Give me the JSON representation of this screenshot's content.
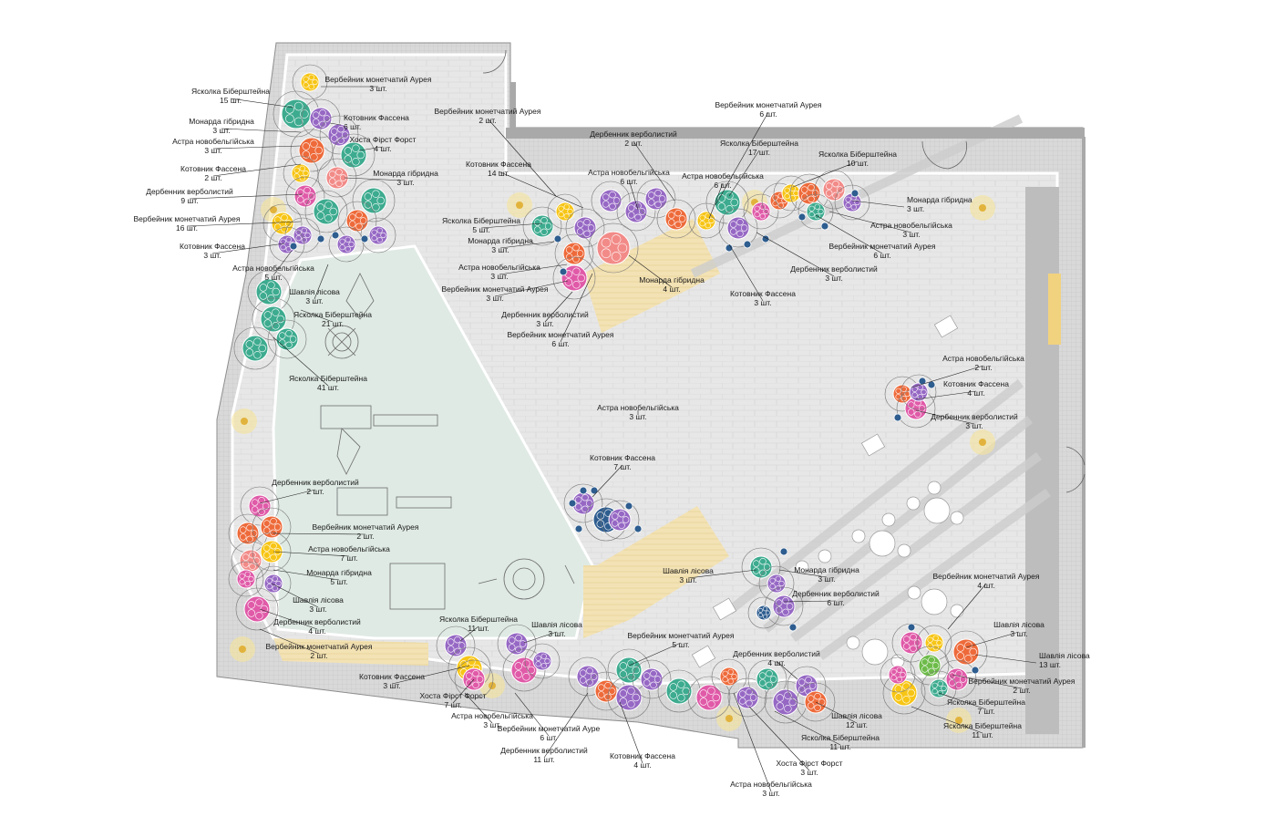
{
  "colors": {
    "paving": "#e4e4e4",
    "paving_lines": "#cfcfcf",
    "grid_zone": "#d6d6d6",
    "playground": "#dfeae4",
    "wood": "#f1e0b2",
    "wall": "#a8a8a8",
    "lamp": "#f6e59a",
    "orange": "#ee6a3a",
    "yellow": "#f7c515",
    "teal": "#3dab8f",
    "purple": "#9668c4",
    "pink": "#e05aa8",
    "salmon": "#f28b88",
    "navy": "#2e5d8f",
    "green": "#6dbb49"
  },
  "labels": [
    {
      "name": "Вербейник монетчатий Аурея",
      "qty": "3 шт."
    },
    {
      "name": "Ясколка Біберштейна",
      "qty": "15 шт."
    },
    {
      "name": "Котовник Фассена",
      "qty": "6 шт."
    },
    {
      "name": "Монарда гібридна",
      "qty": "3 шт."
    },
    {
      "name": "Хоста Фірст Форст",
      "qty": "4 шт."
    },
    {
      "name": "Астра новобельгійська",
      "qty": "3 шт."
    },
    {
      "name": "Котовник Фассена",
      "qty": "2 шт."
    },
    {
      "name": "Монарда гібридна",
      "qty": "3 шт."
    },
    {
      "name": "Дербенник верболистий",
      "qty": "9 шт."
    },
    {
      "name": "Вербейник монетчатий Аурея",
      "qty": "16 шт."
    },
    {
      "name": "Котовник Фассена",
      "qty": "3 шт."
    },
    {
      "name": "Астра новобельгійська",
      "qty": "5 шт."
    },
    {
      "name": "Шавлія лісова",
      "qty": "3 шт."
    },
    {
      "name": "Ясколка Біберштейна",
      "qty": "21 шт."
    },
    {
      "name": "Ясколка Біберштейна",
      "qty": "41 шт."
    },
    {
      "name": "Вербейник монетчатий Аурея",
      "qty": "2 шт."
    },
    {
      "name": "Дербенник верболистий",
      "qty": "2 шт."
    },
    {
      "name": "Котовник Фассена",
      "qty": "14 шт."
    },
    {
      "name": "Астра новобельгійська",
      "qty": "6 шт."
    },
    {
      "name": "Ясколка Біберштейна",
      "qty": "5 шт."
    },
    {
      "name": "Монарда гібридна",
      "qty": "3 шт."
    },
    {
      "name": "Астра новобельгійська",
      "qty": "3 шт."
    },
    {
      "name": "Вербейник монетчатий Аурея",
      "qty": "3 шт."
    },
    {
      "name": "Дербенник верболистий",
      "qty": "3 шт."
    },
    {
      "name": "Вербейник монетчатий Аурея",
      "qty": "6 шт."
    },
    {
      "name": "Монарда гібридна",
      "qty": "4 шт."
    },
    {
      "name": "Вербейник монетчатий Аурея",
      "qty": "6 шт."
    },
    {
      "name": "Ясколка Біберштейна",
      "qty": "17 шт."
    },
    {
      "name": "Астра новобельгійська",
      "qty": "6 шт."
    },
    {
      "name": "Ясколка Біберштейна",
      "qty": "10 шт."
    },
    {
      "name": "Монарда гібридна",
      "qty": "3 шт."
    },
    {
      "name": "Астра новобельгійська",
      "qty": "3 шт."
    },
    {
      "name": "Вербейник монетчатий Аурея",
      "qty": "6 шт."
    },
    {
      "name": "Дербенник верболистий",
      "qty": "3 шт."
    },
    {
      "name": "Котовник Фассена",
      "qty": "3 шт."
    },
    {
      "name": "Астра новобельгійська",
      "qty": "2 шт."
    },
    {
      "name": "Котовник Фассена",
      "qty": "4 шт."
    },
    {
      "name": "Дербенник верболистий",
      "qty": "3 шт."
    },
    {
      "name": "Котовник Фассена",
      "qty": "7 шт."
    },
    {
      "name": "Дербенник верболистий",
      "qty": "2 шт."
    },
    {
      "name": "Вербейник монетчатий Аурея",
      "qty": "2 шт."
    },
    {
      "name": "Астра новобельгійська",
      "qty": "7 шт."
    },
    {
      "name": "Монарда гібридна",
      "qty": "5 шт."
    },
    {
      "name": "Шавлія лісова",
      "qty": "3 шт."
    },
    {
      "name": "Дербенник верболистий",
      "qty": "4 шт."
    },
    {
      "name": "Вербейник монетчатий Аурея",
      "qty": "2 шт."
    },
    {
      "name": "Ясколка Біберштейна",
      "qty": "11 шт."
    },
    {
      "name": "Шавлія лісова",
      "qty": "3 шт."
    },
    {
      "name": "Котовник Фассена",
      "qty": "3 шт."
    },
    {
      "name": "Хоста Фірст Форст",
      "qty": "7 шт."
    },
    {
      "name": "Астра новобельгійська",
      "qty": "3 шт."
    },
    {
      "name": "Вербейник монетчатий Ауре",
      "qty": "6 шт."
    },
    {
      "name": "Дербенник верболистий",
      "qty": "11 шт."
    },
    {
      "name": "Котовник Фассена",
      "qty": "4 шт."
    },
    {
      "name": "Вербейник монетчатий Аурея",
      "qty": "5 шт."
    },
    {
      "name": "Шавлія лісова",
      "qty": "3 шт."
    },
    {
      "name": "Монарда гібридна",
      "qty": "3 шт."
    },
    {
      "name": "Дербенник верболистий",
      "qty": "6 шт."
    },
    {
      "name": "Вербейник монетчатий Аурея",
      "qty": "4 шт."
    },
    {
      "name": "Шавлія лісова",
      "qty": "3 шт."
    },
    {
      "name": "Шавлія лісова",
      "qty": "13 шт."
    },
    {
      "name": "Вербейник монетчатий Аурея",
      "qty": "2 шт."
    },
    {
      "name": "Ясколка Біберштейна",
      "qty": "7 шт."
    },
    {
      "name": "Ясколка Біберштейна",
      "qty": "11 шт."
    },
    {
      "name": "Дербенник верболистий",
      "qty": "4 шт."
    },
    {
      "name": "Шавлія лісова",
      "qty": "12 шт."
    },
    {
      "name": "Ясколка Біберштейна",
      "qty": "11 шт."
    },
    {
      "name": "Хоста Фірст Форст",
      "qty": "3 шт."
    },
    {
      "name": "Астра новобельгійська",
      "qty": "3 шт."
    },
    {
      "name": "Астра новобельгійська",
      "qty": "3 шт."
    }
  ]
}
